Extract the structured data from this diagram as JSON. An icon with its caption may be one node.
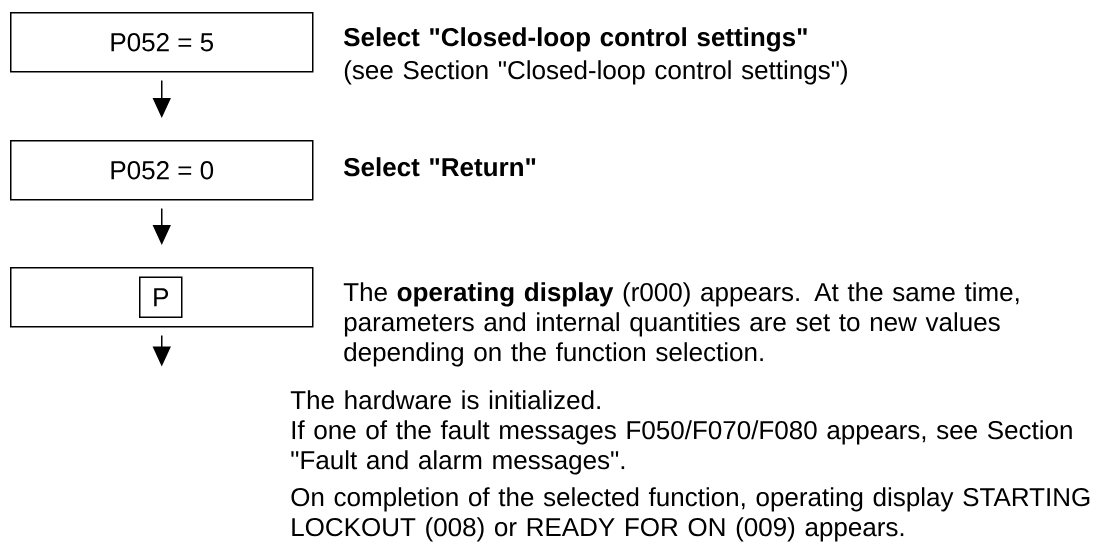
{
  "diagram": {
    "nodes": [
      {
        "text": [
          "P052 = 5"
        ],
        "beside": [
          "Select \"Closed-loop control settings\"",
          "(see Section \"Closed-loop control settings\")"
        ]
      },
      {
        "text": [
          "P052 = 0"
        ],
        "beside": [
          "Select \"Return\""
        ]
      },
      {
        "text": [],
        "shape": "box",
        "beside": [
          "The **operating display** (r000) appears. At the same time, parameters and internal quantities are set to new values depending on the function selection."
        ]
      },
      {
        "text": [
          "P"
        ],
        "in": 2
      }
    ],
    "edges": [
      {
        "from": 0,
        "to": 1,
        "arrow": "to"
      },
      {
        "from": 1,
        "to": 2,
        "arrow": "to"
      },
      {
        "from": 2,
        "to": null,
        "arrow": "to"
      }
    ],
    "labels": [
      "The hardware is initialized.",
      "If one of the fault messages F050/F070/F080 appears, see Section \"Fault and alarm messages\".",
      "On completion of the selected function, operating display STARTING LOCKOUT (008) or READY FOR ON (009) appears."
    ]
  }
}
